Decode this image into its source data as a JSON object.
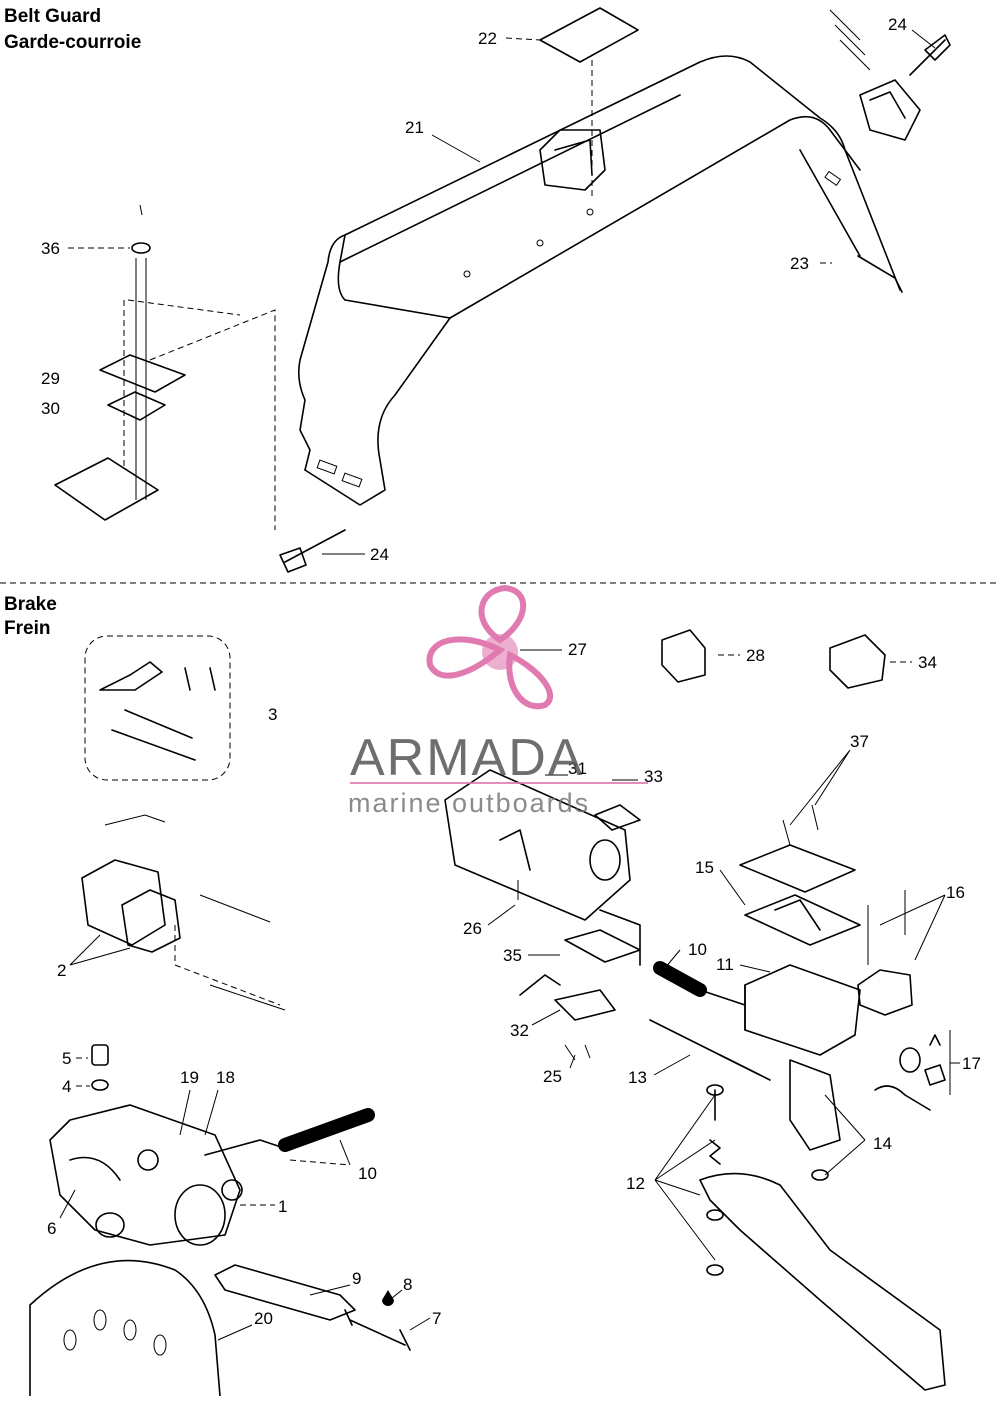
{
  "sections": {
    "belt_guard": {
      "title_en": "Belt Guard",
      "title_fr": "Garde-courroie"
    },
    "brake": {
      "title_en": "Brake",
      "title_fr": "Frein"
    }
  },
  "callouts": {
    "c22": "22",
    "c24a": "24",
    "c21": "21",
    "c36": "36",
    "c23": "23",
    "c29": "29",
    "c30": "30",
    "c24b": "24",
    "c27": "27",
    "c28": "28",
    "c34": "34",
    "c3": "3",
    "c31": "31",
    "c33": "33",
    "c37": "37",
    "c15": "15",
    "c16": "16",
    "c26": "26",
    "c10a": "10",
    "c11": "11",
    "c35": "35",
    "c2": "2",
    "c32": "32",
    "c17": "17",
    "c25": "25",
    "c13": "13",
    "c5": "5",
    "c4": "4",
    "c19": "19",
    "c18": "18",
    "c14": "14",
    "c10b": "10",
    "c12": "12",
    "c1": "1",
    "c6": "6",
    "c9": "9",
    "c8": "8",
    "c7": "7",
    "c20": "20"
  },
  "watermark": {
    "brand": "ARMADA",
    "tagline": "marine outboards",
    "logo_color": "#e07ab0",
    "text_color": "#555555"
  }
}
